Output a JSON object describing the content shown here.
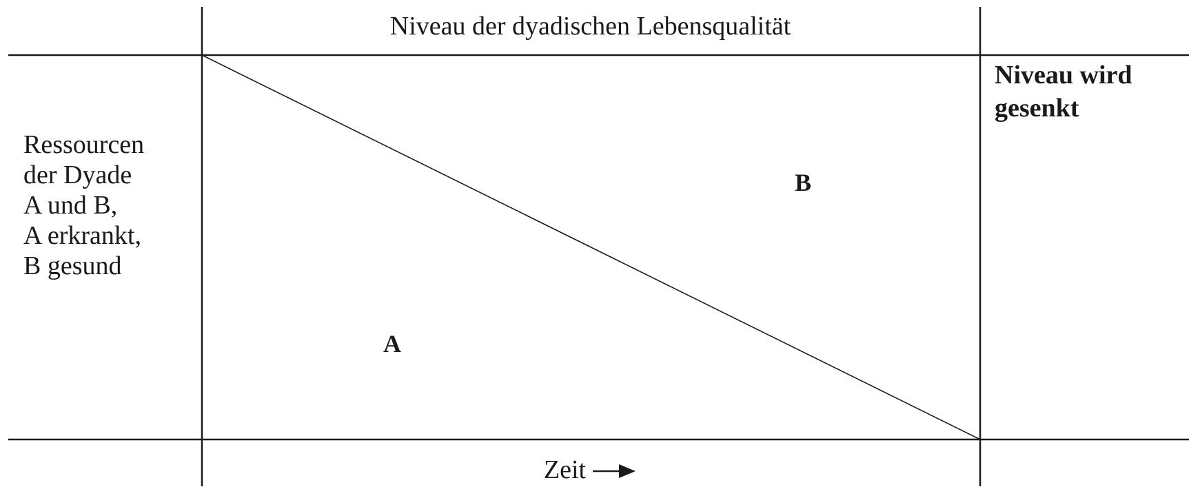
{
  "header": {
    "title": "Niveau der dyadischen Lebensqualität"
  },
  "left": {
    "lines": [
      "Ressourcen",
      "der Dyade",
      "A und B,",
      "A erkrankt,",
      "B gesund"
    ]
  },
  "right": {
    "lines": [
      "Niveau wird",
      "gesenkt"
    ]
  },
  "regions": {
    "b": "B",
    "a": "A"
  },
  "footer": {
    "label": "Zeit",
    "arrow_icon": "right-arrow-icon"
  },
  "colors": {
    "line": "#1a1a1a",
    "text": "#1a1a1a",
    "background": "#ffffff"
  }
}
